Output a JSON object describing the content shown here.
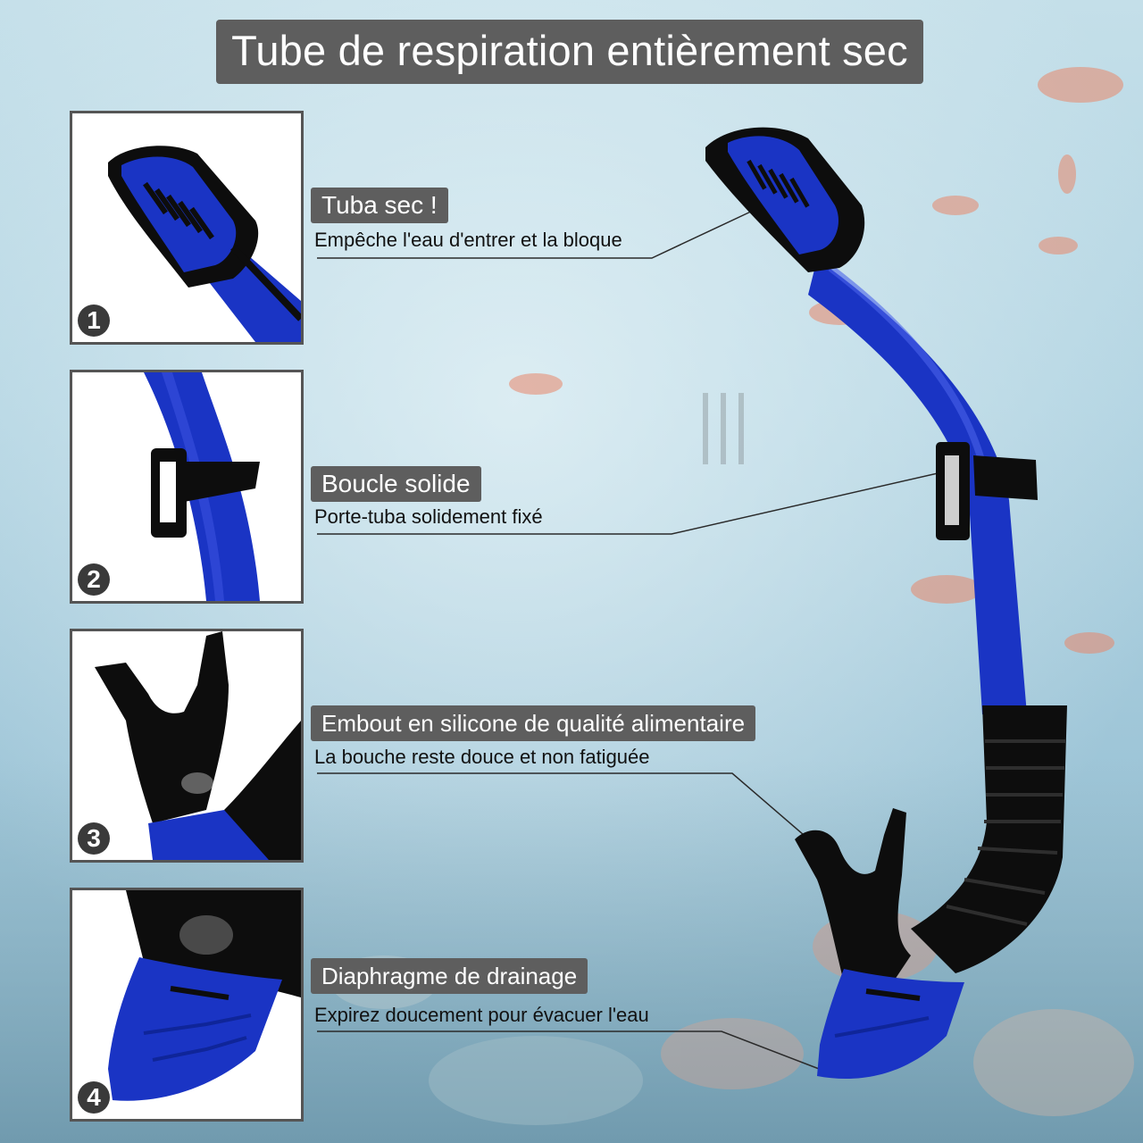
{
  "title": "Tube de respiration entièrement sec",
  "features": [
    {
      "number": "1",
      "label": "Tuba sec !",
      "description": "Empêche l'eau d'entrer et la bloque"
    },
    {
      "number": "2",
      "label": "Boucle solide",
      "description": "Porte-tuba solidement fixé"
    },
    {
      "number": "3",
      "label": "Embout en silicone de qualité alimentaire",
      "description": "La bouche reste douce et non fatiguée"
    },
    {
      "number": "4",
      "label": "Diaphragme de drainage",
      "description": "Expirez doucement pour évacuer l'eau"
    }
  ],
  "colors": {
    "tube_blue": "#1a34c4",
    "rubber_black": "#0d0d0d",
    "label_gray": "#5e5e5e"
  }
}
